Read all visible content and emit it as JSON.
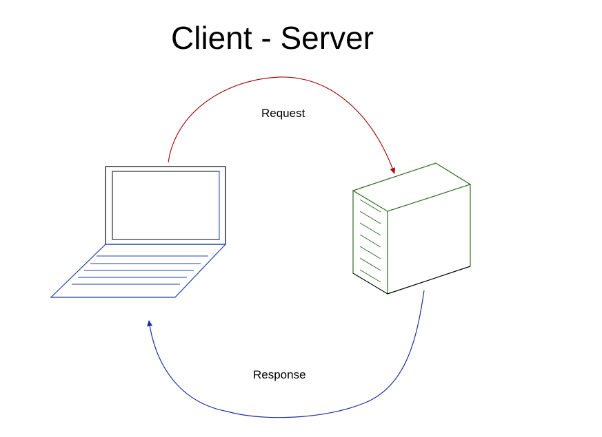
{
  "title": "Client - Server",
  "labels": {
    "request": "Request",
    "response": "Response"
  },
  "colors": {
    "request_arrow": "#a50f0f",
    "response_arrow": "#1a2fa0",
    "laptop_screen": "#000000",
    "laptop_base": "#1f3fa8",
    "server": "#2e6b1f"
  },
  "icons": {
    "client": "laptop-icon",
    "server": "server-tower-icon"
  }
}
